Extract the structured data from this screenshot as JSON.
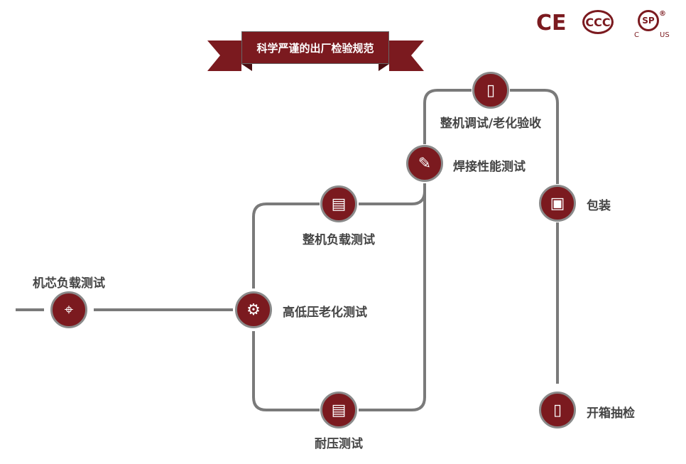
{
  "banner": "科学严谨的出厂检验规范",
  "certs": {
    "ce": "CE",
    "ccc": "CCC",
    "csa": "SP",
    "csa_c": "C",
    "csa_us": "US",
    "reg": "®"
  },
  "steps": [
    {
      "label": "机芯负载测试",
      "icon": "crosshair-icon"
    },
    {
      "label": "高低压老化测试",
      "icon": "gear-cycle-icon"
    },
    {
      "label": "整机负载测试",
      "icon": "machine-icon"
    },
    {
      "label": "耐压测试",
      "icon": "machine-icon"
    },
    {
      "label": "焊接性能测试",
      "icon": "welding-torch-icon"
    },
    {
      "label": "整机调试/老化验收",
      "icon": "multimeter-icon"
    },
    {
      "label": "包装",
      "icon": "box-icon"
    },
    {
      "label": "开箱抽检",
      "icon": "multimeter-icon"
    }
  ],
  "colors": {
    "accent": "#7b1a1f",
    "line": "#7a7a7a"
  }
}
